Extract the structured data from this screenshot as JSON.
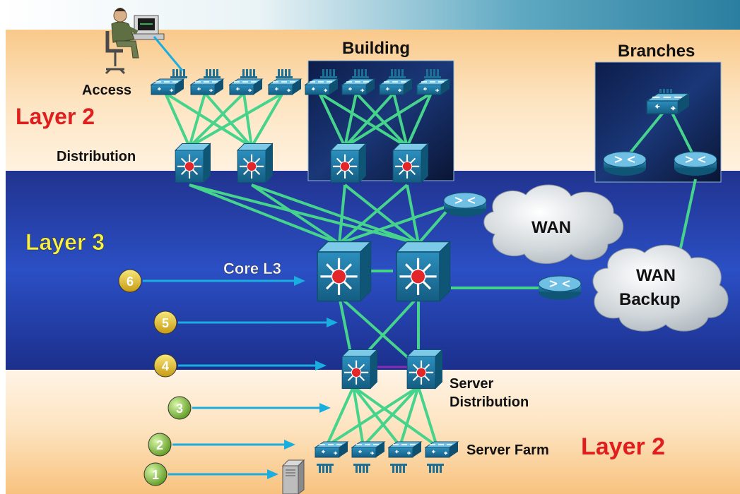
{
  "labels": {
    "access": "Access",
    "layer2_top": "Layer 2",
    "distribution": "Distribution",
    "building": "Building",
    "branches": "Branches",
    "layer3": "Layer 3",
    "core": "Core L3",
    "wan": "WAN",
    "wan_backup_1": "WAN",
    "wan_backup_2": "Backup",
    "server_dist_1": "Server",
    "server_dist_2": "Distribution",
    "server_farm": "Server Farm",
    "layer2_bottom": "Layer 2"
  },
  "markers": [
    "1",
    "2",
    "3",
    "4",
    "5",
    "6"
  ],
  "colors": {
    "layer2_band": "#fcd9a8",
    "layer3_band": "#1f3a9e",
    "link": "#46d38c",
    "device": "#1d6f96",
    "arrow": "#1aaee0",
    "layer_red": "#e01e1e",
    "layer_yellow": "#f7f24a",
    "cloud": "#c9cfd3"
  },
  "icons": [
    "person-at-workstation-icon",
    "access-switch-icon",
    "multilayer-switch-icon",
    "router-icon",
    "cloud-icon",
    "server-icon"
  ]
}
